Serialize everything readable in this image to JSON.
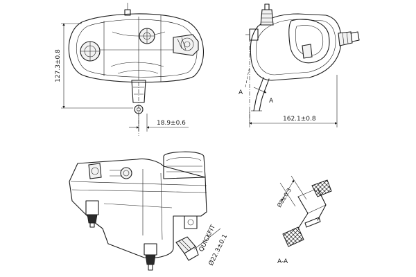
{
  "dimensions": {
    "height": "127.3±0.8",
    "port_offset": "18.9±0.6",
    "depth": "162.1±0.8",
    "quickfit": "QUICKFIT",
    "quickfit_diameter": "Ø22.3±0.1",
    "section_width": "Ø8±0.3"
  },
  "section": {
    "marker": "A",
    "caption": "A-A"
  }
}
